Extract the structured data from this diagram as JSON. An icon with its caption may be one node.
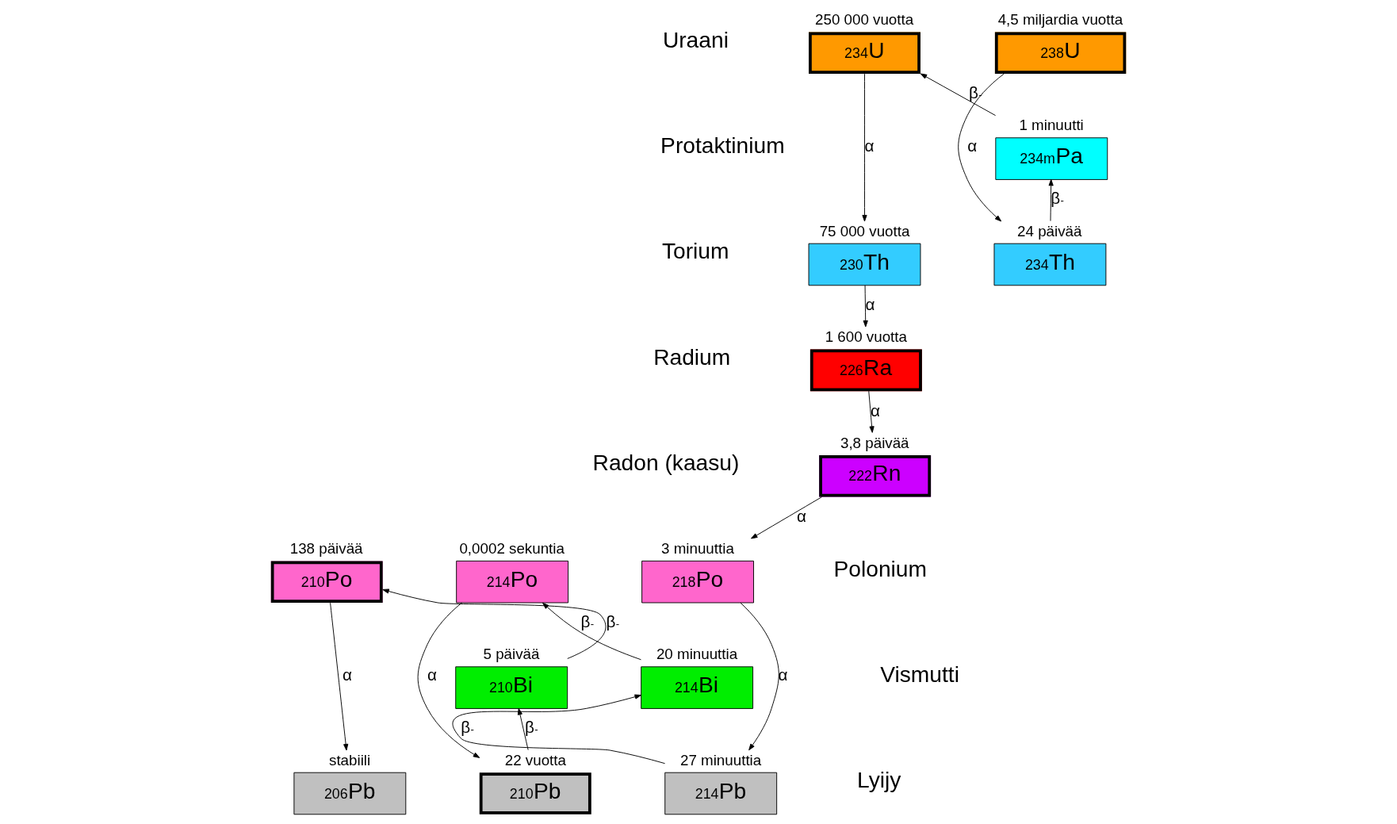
{
  "diagram": {
    "nodes": [
      {
        "text": [
          "$^{238}$U"
        ],
        "beside": [
          "4,5 miljardia vuotta"
        ]
      },
      {
        "text": [
          "$^{234}$Th"
        ],
        "beside": [
          "24 päivää"
        ]
      },
      {
        "text": [
          "$^{234m}$Pa"
        ],
        "beside": [
          "1 minuutti"
        ]
      },
      {
        "text": [
          "$^{234}$U"
        ],
        "beside": [
          "250 000 vuotta"
        ]
      },
      {
        "text": [
          "$^{230}$Th"
        ],
        "beside": [
          "75 000 vuotta"
        ]
      },
      {
        "text": [
          "$^{226}$Ra"
        ],
        "beside": [
          "1 600 vuotta"
        ]
      },
      {
        "text": [
          "$^{222}$Rn"
        ],
        "beside": [
          "3,8 päivää"
        ]
      },
      {
        "text": [
          "$^{218}$Po"
        ],
        "beside": [
          "3 minuuttia"
        ]
      },
      {
        "text": [
          "$^{214}$Pb"
        ],
        "beside": [
          "27 minuuttia"
        ]
      },
      {
        "text": [
          "$^{214}$Bi"
        ],
        "beside": [
          "20 minuuttia"
        ]
      },
      {
        "text": [
          "$^{214}$Po"
        ],
        "beside": [
          "0,0002 sekuntia"
        ]
      },
      {
        "text": [
          "$^{210}$Pb"
        ],
        "beside": [
          "22 vuotta"
        ]
      },
      {
        "text": [
          "$^{210}$Bi"
        ],
        "beside": [
          "5 päivää"
        ]
      },
      {
        "text": [
          "$^{210}$Po"
        ],
        "beside": [
          "138 päivää"
        ]
      },
      {
        "text": [
          "$^{206}$Pb"
        ],
        "beside": [
          "stabiili"
        ]
      }
    ],
    "edges": [
      {
        "from": 0,
        "to": 1,
        "arrow": "to",
        "label": "α"
      },
      {
        "from": 1,
        "to": 2,
        "arrow": "to",
        "label": "β$^{-}$"
      },
      {
        "from": 2,
        "to": 3,
        "arrow": "to",
        "label": "β$^{-}$"
      },
      {
        "from": 3,
        "to": 4,
        "arrow": "to",
        "label": "α"
      },
      {
        "from": 4,
        "to": 5,
        "arrow": "to",
        "label": "α"
      },
      {
        "from": 5,
        "to": 6,
        "arrow": "to",
        "label": "α"
      },
      {
        "from": 6,
        "to": 7,
        "arrow": "to",
        "label": "α"
      },
      {
        "from": 7,
        "to": 8,
        "arrow": "to",
        "label": "α"
      },
      {
        "from": 8,
        "to": 9,
        "arrow": "to",
        "label": "β$^{-}$"
      },
      {
        "from": 9,
        "to": 10,
        "arrow": "to",
        "label": "β$^{-}$"
      },
      {
        "from": 10,
        "to": 11,
        "arrow": "to",
        "label": "α"
      },
      {
        "from": 11,
        "to": 12,
        "arrow": "to",
        "label": "β$^{-}$"
      },
      {
        "from": 12,
        "to": 13,
        "arrow": "to",
        "label": "β$^{-}$"
      },
      {
        "from": 13,
        "to": 14,
        "arrow": "to",
        "label": "α"
      }
    ],
    "labels": [
      "Uraani",
      "Protaktinium",
      "Torium",
      "Radium",
      "Radon (kaasu)",
      "Polonium",
      "Vismutti",
      "Lyijy"
    ]
  }
}
